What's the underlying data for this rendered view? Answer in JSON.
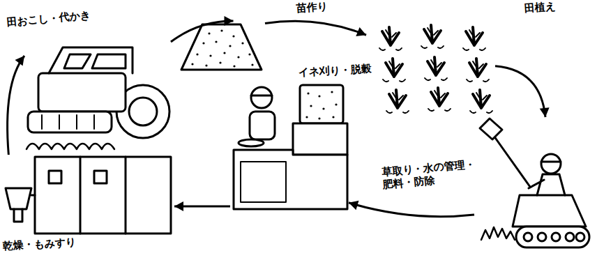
{
  "diagram": {
    "nodes": [
      {
        "text": [
          "田おこし・代かき"
        ]
      },
      {
        "text": [
          "苗作り"
        ]
      },
      {
        "text": [
          "田植え"
        ]
      },
      {
        "text": [
          "草取り・水の管理・ 肥料・防除"
        ]
      },
      {
        "text": [
          "イネ刈り・脱穀"
        ]
      },
      {
        "text": [
          "乾燥・もみすり"
        ]
      }
    ],
    "edges": [
      {
        "from": 0,
        "to": 1,
        "arrow": "to"
      },
      {
        "from": 1,
        "to": 2,
        "arrow": "to"
      },
      {
        "from": 2,
        "to": 3,
        "arrow": "to"
      },
      {
        "from": 3,
        "to": 4,
        "arrow": "to"
      },
      {
        "from": 4,
        "to": 5,
        "arrow": "to"
      },
      {
        "from": 5,
        "to": 0,
        "arrow": "to"
      }
    ]
  }
}
